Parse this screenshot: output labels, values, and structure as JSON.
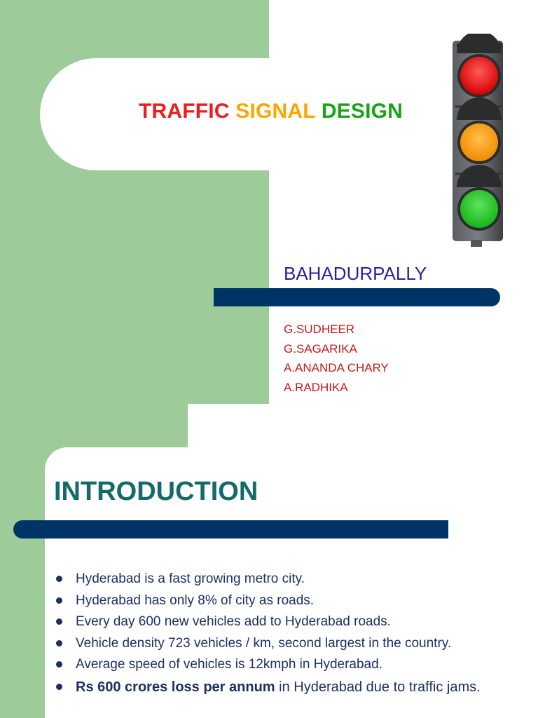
{
  "title": {
    "part1": "TRAFFIC",
    "part2": "SIGNAL",
    "part3": "DESIGN"
  },
  "subtitle": "BAHADURPALLY",
  "authors": [
    "G.SUDHEER",
    "G.SAGARIKA",
    "A.ANANDA CHARY",
    "A.RADHIKA"
  ],
  "introduction": {
    "heading": "INTRODUCTION",
    "bullets": [
      "Hyderabad is a fast growing metro city.",
      "Hyderabad has only 8% of city as roads.",
      "Every day 600 new vehicles add to Hyderabad roads.",
      "Vehicle density 723 vehicles / km, second largest in the country.",
      "Average speed of vehicles is 12kmph in Hyderabad."
    ],
    "last_bullet": {
      "bold": "Rs 600 crores loss per annum",
      "rest": " in Hyderabad due to traffic jams."
    }
  },
  "colors": {
    "green_panel": "#9dcc9a",
    "navy_bar": "#003366",
    "title_red": "#ee1c1c",
    "title_orange": "#ffa500",
    "title_green": "#1aa21a"
  },
  "icons": {
    "traffic_light": "traffic-light-icon",
    "bullet": "bullet-dot-icon"
  }
}
